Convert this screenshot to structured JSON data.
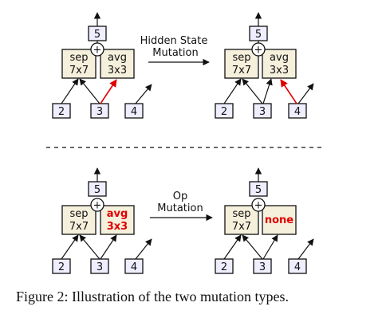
{
  "figure": {
    "caption": "Figure 2: Illustration of the two mutation types.",
    "mutation_labels": {
      "hidden_state": [
        "Hidden State",
        "Mutation"
      ],
      "op": [
        "Op",
        "Mutation"
      ]
    },
    "node_labels": {
      "output": "5",
      "inputs": [
        "2",
        "3",
        "4"
      ],
      "plus": "+"
    },
    "op_labels": {
      "sep": [
        "sep",
        "7x7"
      ],
      "avg": [
        "avg",
        "3x3"
      ],
      "none": "none"
    },
    "colors": {
      "highlight": "#e00000",
      "input_fill": "#eeeeff",
      "op_fill": "#f5f0dc"
    }
  }
}
